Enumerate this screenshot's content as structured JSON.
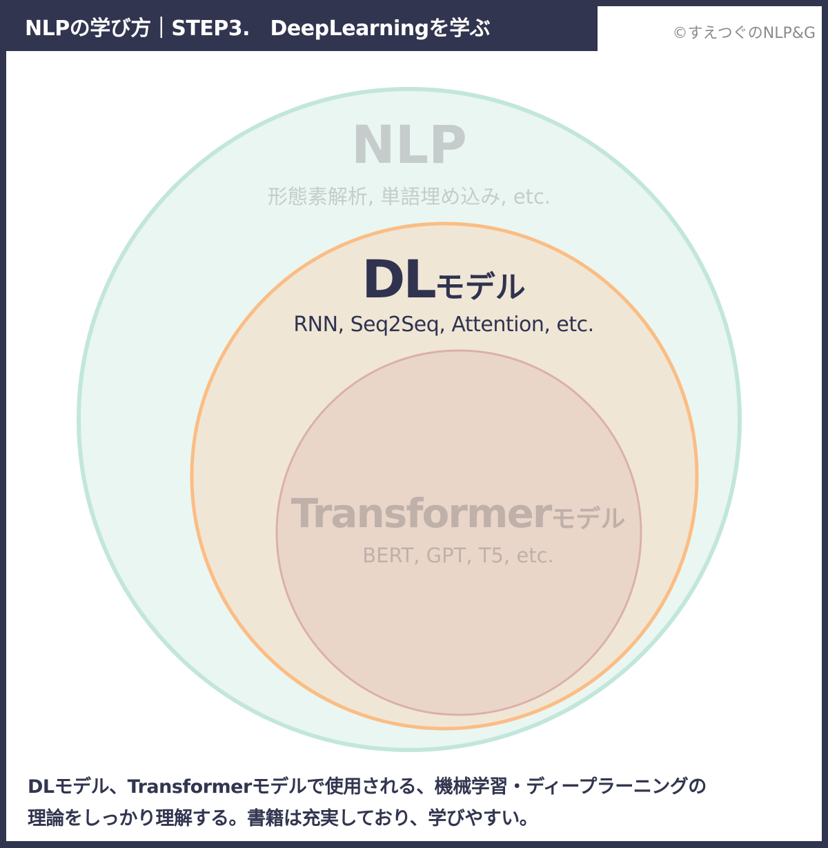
{
  "header": {
    "title": "NLPの学び方｜STEP3.　DeepLearningを学ぶ",
    "copyright": "©すえつぐのNLP&G"
  },
  "diagram": {
    "outer": {
      "title": "NLP",
      "subtitle": "形態素解析, 単語埋め込み, etc.",
      "fill": "#eaf6f1",
      "stroke": "#c2e7da"
    },
    "middle": {
      "title": "DL",
      "title_suffix": "モデル",
      "subtitle": "RNN, Seq2Seq, Attention, etc.",
      "fill": "#f0e6d6",
      "stroke": "#fbbd84"
    },
    "inner": {
      "title": "Transformer",
      "title_suffix": "モデル",
      "subtitle": "BERT, GPT, T5, etc.",
      "fill": "#e9d6c9",
      "stroke": "#dbb0aa"
    }
  },
  "footer": {
    "line1": "DLモデル、Transformerモデルで使用される、機械学習・ディープラーニングの",
    "line2": "理論をしっかり理解する。書籍は充実しており、学びやすい。"
  }
}
